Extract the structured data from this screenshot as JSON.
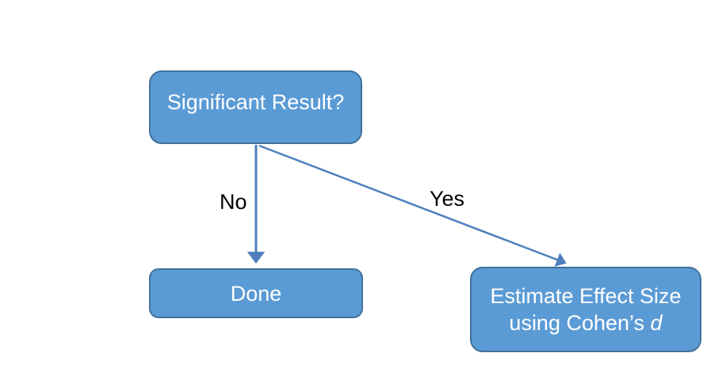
{
  "diagram": {
    "nodes": {
      "decision": {
        "label": "Significant Result?"
      },
      "done": {
        "label": "Done"
      },
      "estimate": {
        "line1": "Estimate Effect Size",
        "line2_prefix": "using Cohen’s ",
        "line2_italic": "d"
      }
    },
    "edges": {
      "no": {
        "label": "No"
      },
      "yes": {
        "label": "Yes"
      }
    },
    "colors": {
      "node_fill": "#5b9bd5",
      "node_border": "#41719c",
      "node_text": "#ffffff",
      "arrow": "#4d7fbe",
      "edge_label": "#000000",
      "background": "#ffffff"
    }
  }
}
